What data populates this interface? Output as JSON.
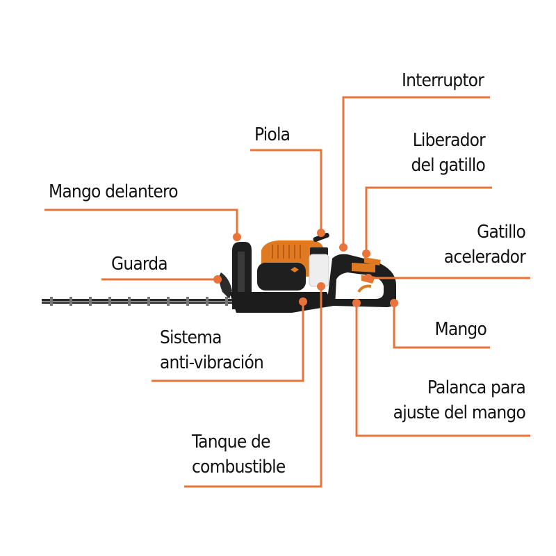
{
  "colors": {
    "accent": "#e8743b",
    "text": "#111111",
    "background": "#ffffff",
    "tool_body": "#1e1e1e",
    "tool_orange": "#e07a22",
    "tank": "#eeeeee"
  },
  "labels": {
    "interruptor": {
      "lines": [
        "Interruptor"
      ]
    },
    "piola": {
      "lines": [
        "Piola"
      ]
    },
    "liberador": {
      "lines": [
        "Liberador",
        "del gatillo"
      ]
    },
    "mango_delantero": {
      "lines": [
        "Mango delantero"
      ]
    },
    "gatillo": {
      "lines": [
        "Gatillo",
        "acelerador"
      ]
    },
    "guarda": {
      "lines": [
        "Guarda"
      ]
    },
    "mango": {
      "lines": [
        "Mango"
      ]
    },
    "sistema": {
      "lines": [
        "Sistema",
        "anti-vibración"
      ]
    },
    "palanca": {
      "lines": [
        "Palanca para",
        "ajuste del mango"
      ]
    },
    "tanque": {
      "lines": [
        "Tanque de",
        "combustible"
      ]
    }
  },
  "product": {
    "icon": "hedge-trimmer-illustration"
  }
}
